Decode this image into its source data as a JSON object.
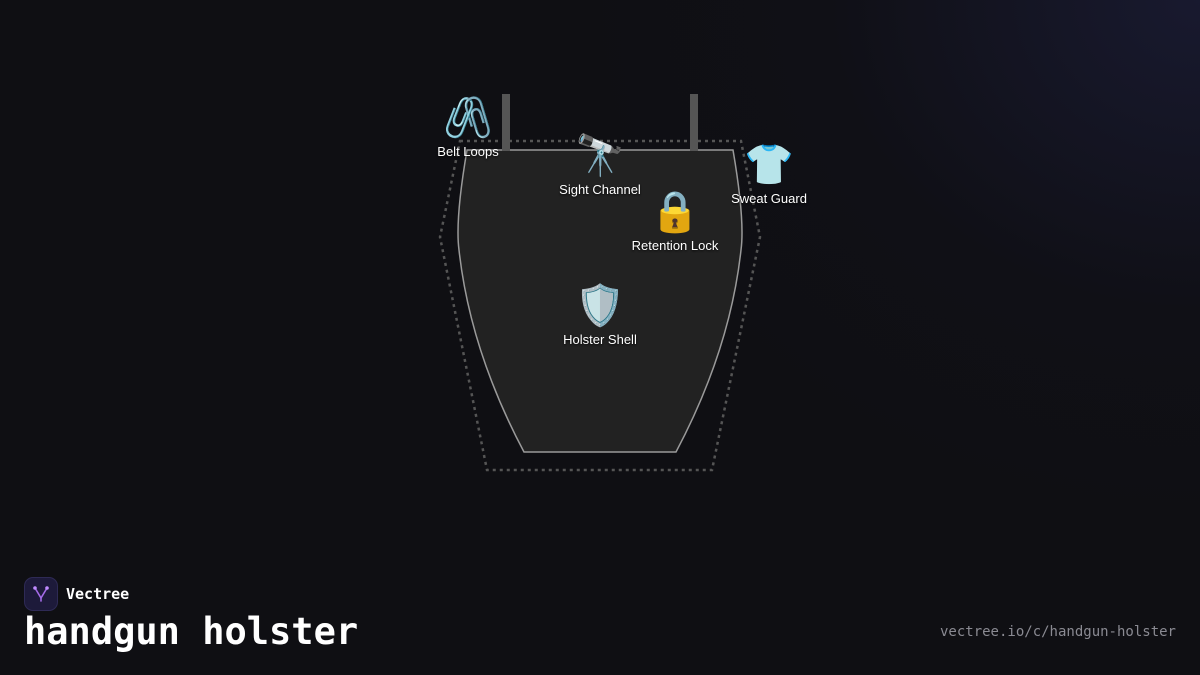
{
  "diagram": {
    "parts": [
      {
        "id": "belt-loops",
        "label": "Belt Loops",
        "icon": "paperclip-icon",
        "glyph": "🖇️"
      },
      {
        "id": "sight-channel",
        "label": "Sight Channel",
        "icon": "telescope-icon",
        "glyph": "🔭"
      },
      {
        "id": "sweat-guard",
        "label": "Sweat Guard",
        "icon": "t-shirt-icon",
        "glyph": "👕"
      },
      {
        "id": "retention-lock",
        "label": "Retention Lock",
        "icon": "lock-icon",
        "glyph": "🔒"
      },
      {
        "id": "holster-shell",
        "label": "Holster Shell",
        "icon": "shield-icon",
        "glyph": "🛡️"
      }
    ],
    "colors": {
      "background": "#0f0f13",
      "shell_fill": "#222222",
      "shell_stroke": "#9a9a9a",
      "outline_dashed": "#555555",
      "strap": "#555555"
    }
  },
  "brand": {
    "name": "Vectree",
    "accent": "#a46be8"
  },
  "title": "handgun holster",
  "url": "vectree.io/c/handgun-holster"
}
